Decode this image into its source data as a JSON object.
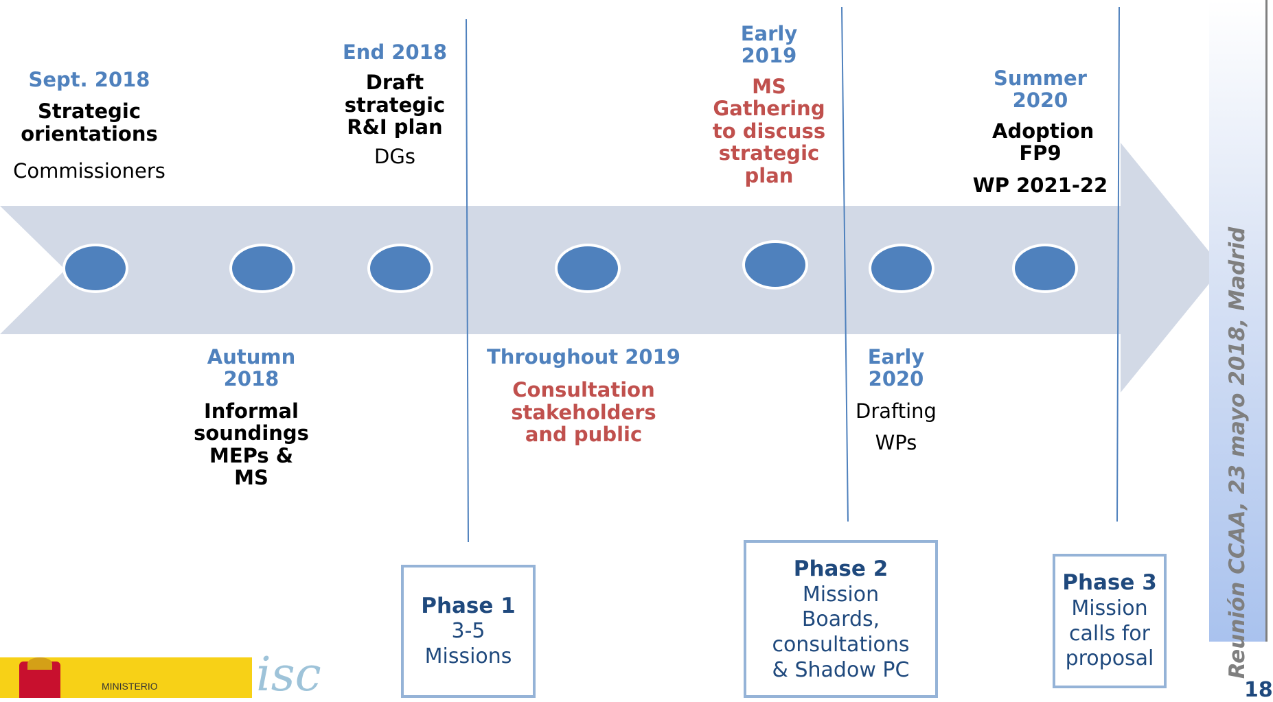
{
  "milestones_top": [
    {
      "date": "Sept. 2018",
      "title": "Strategic orientations",
      "sub": "Commissioners"
    },
    {
      "date": "End 2018",
      "title": "Draft strategic R&I plan",
      "sub": "DGs"
    },
    {
      "date_line1": "Early",
      "date_line2": "2019",
      "title": "MS Gathering to discuss strategic plan"
    },
    {
      "date_line1": "Summer",
      "date_line2": "2020",
      "title": "Adoption FP9",
      "sub": "WP 2021-22"
    }
  ],
  "milestones_bottom": [
    {
      "date_line1": "Autumn",
      "date_line2": "2018",
      "title": "Informal soundings MEPs & MS"
    },
    {
      "date": "Throughout 2019",
      "title": "Consultation stakeholders and public"
    },
    {
      "date_line1": "Early",
      "date_line2": "2020",
      "sub1": "Drafting",
      "sub2": "WPs"
    }
  ],
  "phases": [
    {
      "title": "Phase 1",
      "l1": "3-5",
      "l2": "Missions"
    },
    {
      "title": "Phase 2",
      "l1": "Mission",
      "l2": "Boards,",
      "l3": "consultations",
      "l4": "& Shadow PC"
    },
    {
      "title": "Phase 3",
      "l1": "Mission",
      "l2": "calls for",
      "l3": "proposal"
    }
  ],
  "side_text": "Reunión CCAA, 23 mayo 2018, Madrid",
  "logo_text": "MINISTERIO",
  "isc_text": "isc",
  "page_number": "18",
  "colors": {
    "arrow": "#d2d9e6",
    "dot": "#4f81bd",
    "date": "#4f81bd",
    "highlight": "#c0504d",
    "phase_border": "#95b3d7"
  }
}
